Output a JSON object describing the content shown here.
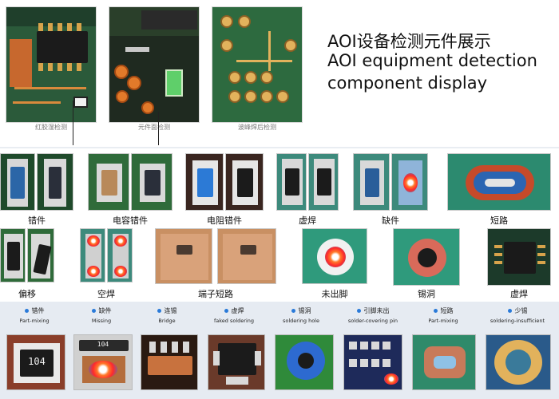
{
  "headline": {
    "cn": "AOI设备检测元件展示",
    "en_line1": "AOI equipment detection",
    "en_line2": "component display"
  },
  "top_thumbs": [
    {
      "caption": "红胶湿检测",
      "icon": "pcb-smt-board"
    },
    {
      "caption": "元件面检测",
      "icon": "pcb-component-side"
    },
    {
      "caption": "波峰焊后检测",
      "icon": "pcb-wave-solder"
    }
  ],
  "defects_row1": [
    {
      "label": "错件"
    },
    {
      "label": "电容错件"
    },
    {
      "label": "电阻错件"
    },
    {
      "label": "虚焊"
    },
    {
      "label": "缺件"
    },
    {
      "label": "短路"
    }
  ],
  "defects_row2": [
    {
      "label": "偏移"
    },
    {
      "label": "空焊"
    },
    {
      "label": "端子短路"
    },
    {
      "label": "未出脚"
    },
    {
      "label": "锡洞"
    },
    {
      "label": "虚焊"
    }
  ],
  "legend": [
    {
      "cn": "错件",
      "en": "Part-mixing"
    },
    {
      "cn": "缺件",
      "en": "Missing"
    },
    {
      "cn": "连锡",
      "en": "Bridge"
    },
    {
      "cn": "虚焊",
      "en": "faked soldering"
    },
    {
      "cn": "锡洞",
      "en": "soldering hole"
    },
    {
      "cn": "引脚未出",
      "en": "solder-covering pin"
    },
    {
      "cn": "短路",
      "en": "Part-mixing"
    },
    {
      "cn": "少锡",
      "en": "soldering-insufficient"
    }
  ],
  "bottom_cards": [
    {
      "text": "104"
    },
    {
      "text": "104"
    },
    {
      "text": ""
    },
    {
      "text": ""
    },
    {
      "text": ""
    },
    {
      "text": ""
    },
    {
      "text": ""
    },
    {
      "text": ""
    }
  ],
  "colors": {
    "accent": "#2a7ad9",
    "band": "#e6ebf2",
    "pcb_green": "#2f6b3a",
    "copper": "#b46d3c"
  }
}
